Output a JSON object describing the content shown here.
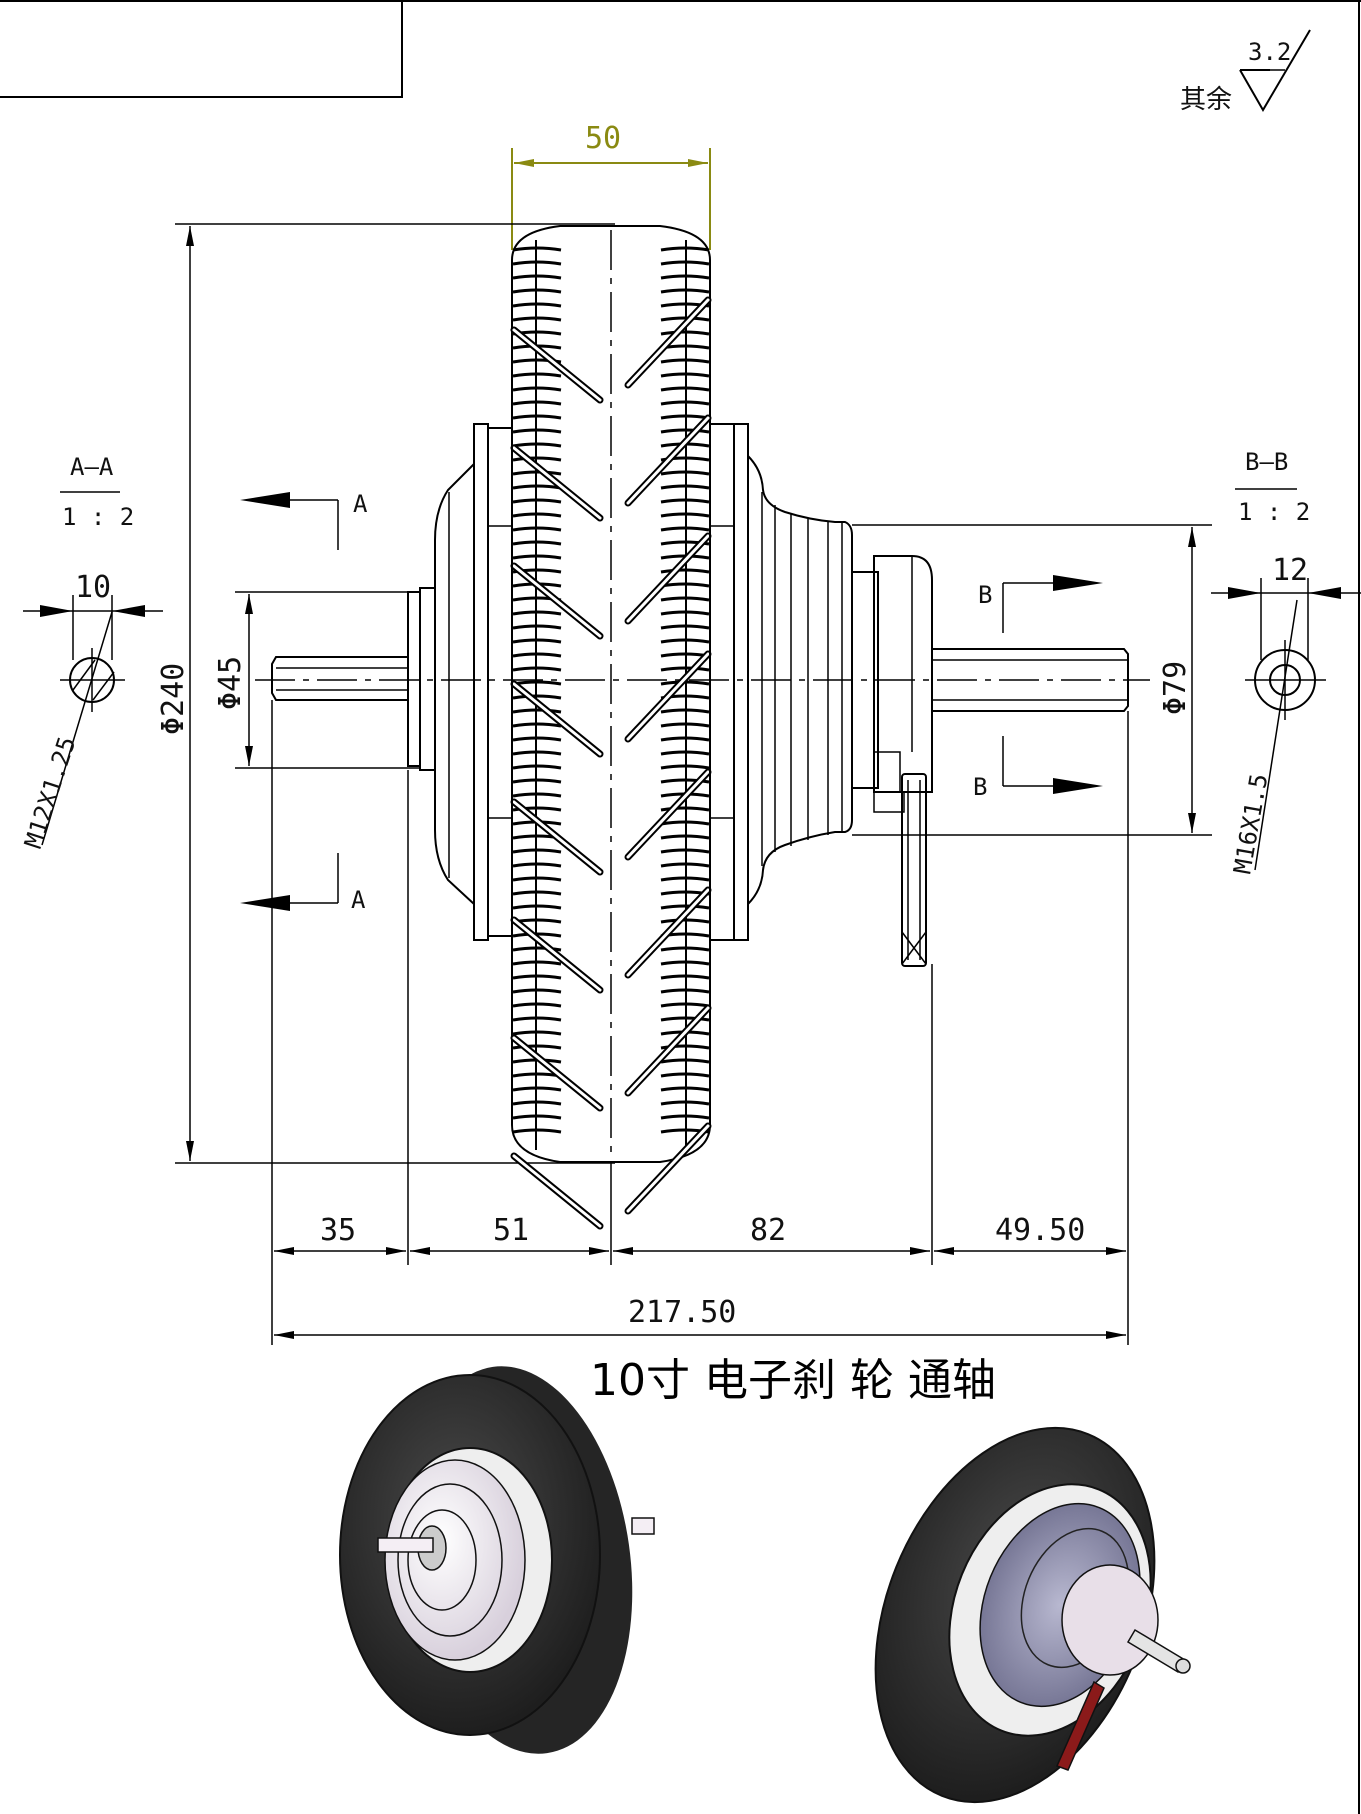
{
  "drawing": {
    "title": "10寸 电子刹 轮   通轴",
    "surface_finish": {
      "prefix": "其余",
      "value": "3.2"
    },
    "colors": {
      "dimension_highlight": "#8a8a12",
      "line": "#000000",
      "tire": "#2b2b2b",
      "brake_lever": "#8b1a1a"
    },
    "dimensions": {
      "tire_width": "50",
      "outer_diameter": "Φ240",
      "left_flange_diameter": "Φ45",
      "right_hub_diameter": "Φ79",
      "segments": [
        "35",
        "51",
        "82",
        "49.50"
      ],
      "overall_length": "217.50"
    },
    "section_markers": {
      "a_label": "A",
      "b_label": "B"
    },
    "section_a": {
      "title": "A—A",
      "scale": "1 : 2",
      "width": "10",
      "thread": "M12X1.25"
    },
    "section_b": {
      "title": "B—B",
      "scale": "1 : 2",
      "width": "12",
      "thread": "M16X1.5"
    },
    "renders": [
      {
        "name": "front-left isometric view"
      },
      {
        "name": "rear-right isometric view with brake lever"
      }
    ]
  }
}
